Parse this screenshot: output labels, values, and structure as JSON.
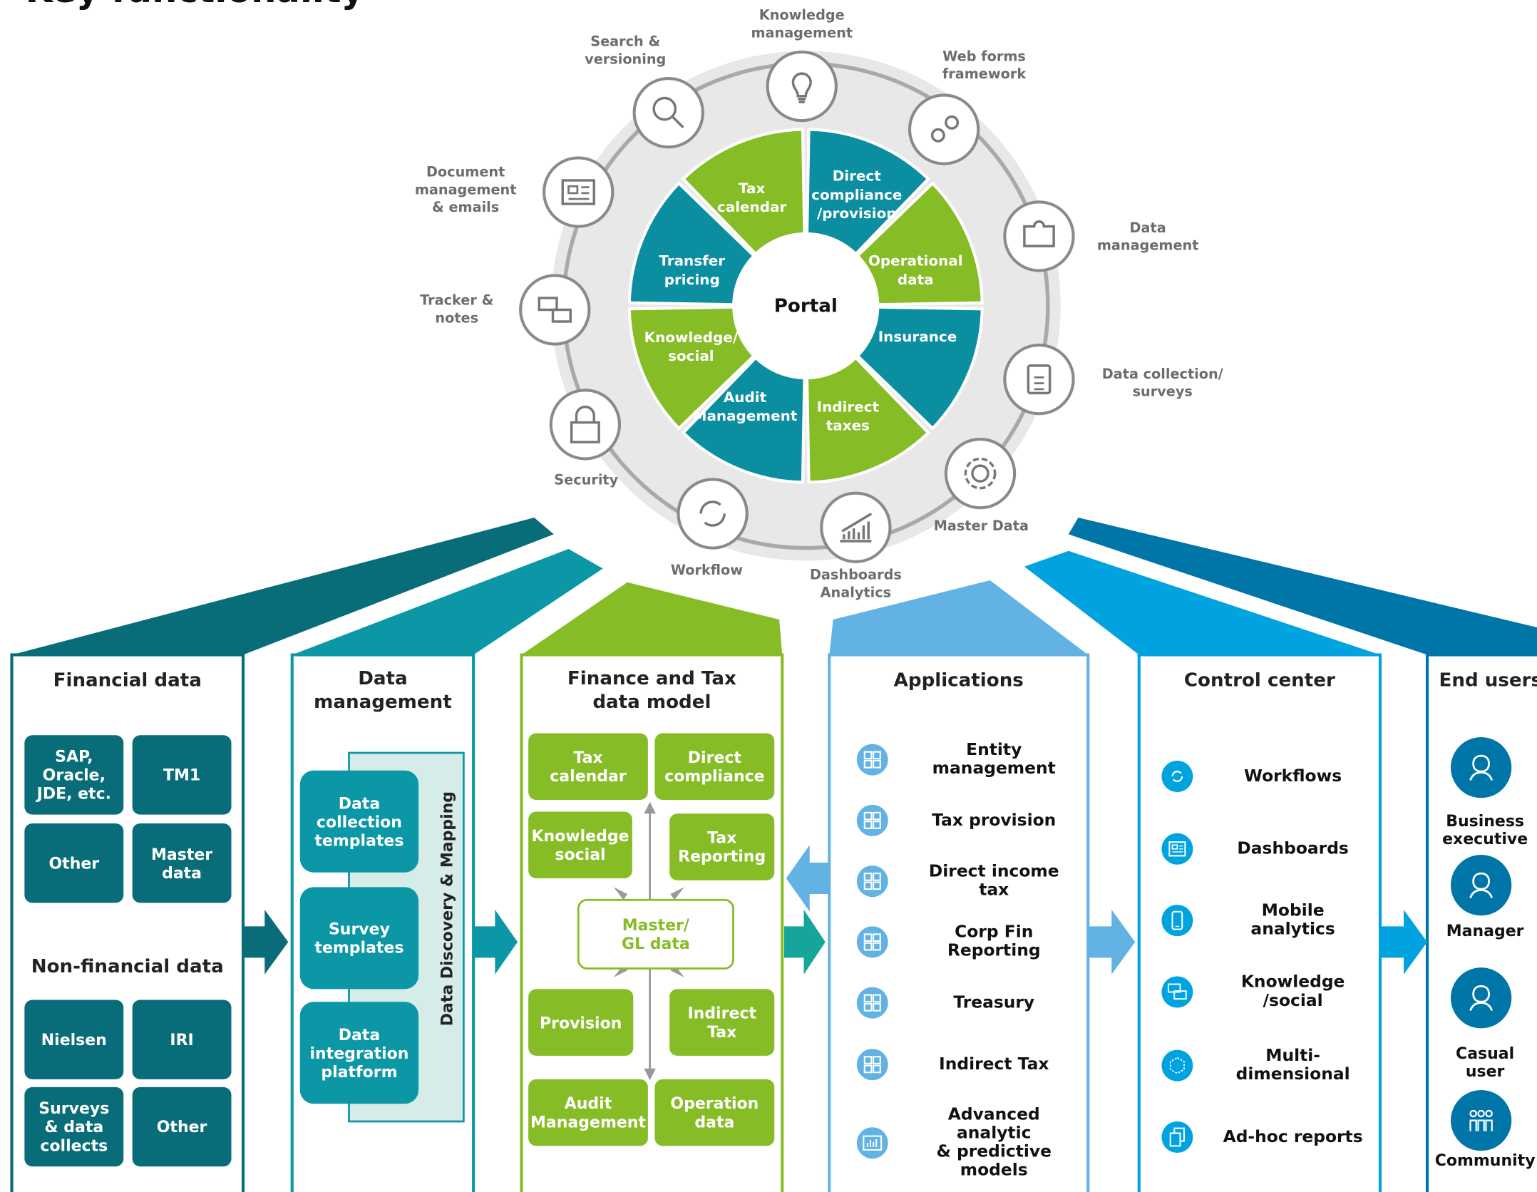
{
  "title": "Key functionality",
  "portal": {
    "center": "Portal",
    "segments": [
      {
        "label": "Tax\ncalendar",
        "color": "#86bc25"
      },
      {
        "label": "Direct\ncompliance\n/provision",
        "color": "#0b8fa0"
      },
      {
        "label": "Operational\ndata",
        "color": "#86bc25"
      },
      {
        "label": "Insurance",
        "color": "#0b8fa0"
      },
      {
        "label": "Indirect\ntaxes",
        "color": "#86bc25"
      },
      {
        "label": "Audit\nManagement",
        "color": "#0b8fa0"
      },
      {
        "label": "Knowledge/\nsocial",
        "color": "#86bc25"
      },
      {
        "label": "Transfer\npricing",
        "color": "#0b8fa0"
      }
    ],
    "ring": [
      {
        "label": "Knowledge\nmanagement",
        "icon": "lightbulb-icon"
      },
      {
        "label": "Web forms\nframework",
        "icon": "gears-icon"
      },
      {
        "label": "Data\nmanagement",
        "icon": "puzzle-icon"
      },
      {
        "label": "Data collection/\nsurveys",
        "icon": "clipboard-icon"
      },
      {
        "label": "Master Data",
        "icon": "gear-icon"
      },
      {
        "label": "Dashboards\nAnalytics",
        "icon": "bar-chart-icon"
      },
      {
        "label": "Workflow",
        "icon": "refresh-icon"
      },
      {
        "label": "Security",
        "icon": "lock-icon"
      },
      {
        "label": "Tracker &\nnotes",
        "icon": "chat-icon"
      },
      {
        "label": "Document\nmanagement\n& emails",
        "icon": "document-icon"
      },
      {
        "label": "Search &\nversioning",
        "icon": "search-icon"
      }
    ]
  },
  "financial": {
    "heading": "Financial data",
    "boxes": [
      "SAP,\nOracle,\nJDE, etc.",
      "TM1",
      "Other",
      "Master\ndata"
    ],
    "nonfin_heading": "Non-financial data",
    "nonfin_boxes": [
      "Nielsen",
      "IRI",
      "Surveys\n& data\ncollects",
      "Other"
    ]
  },
  "datamgmt": {
    "heading": "Data\nmanagement",
    "side_label": "Data Discovery & Mapping",
    "boxes": [
      "Data\ncollection\ntemplates",
      "Survey\ntemplates",
      "Data\nintegration\nplatform"
    ]
  },
  "model": {
    "heading": "Finance and Tax\ndata model",
    "boxes": [
      "Tax\ncalendar",
      "Direct\ncompliance",
      "Knowledge\nsocial",
      "Tax\nReporting",
      "Provision",
      "Indirect\nTax",
      "Audit\nManagement",
      "Operation\ndata"
    ],
    "center": "Master/\nGL data"
  },
  "applications": {
    "heading": "Applications",
    "items": [
      "Entity\nmanagement",
      "Tax provision",
      "Direct income\ntax",
      "Corp Fin\nReporting",
      "Treasury",
      "Indirect Tax",
      "Advanced\nanalytic\n& predictive\nmodels"
    ]
  },
  "control": {
    "heading": "Control center",
    "items": [
      {
        "label": "Workflows",
        "icon": "refresh-icon"
      },
      {
        "label": "Dashboards",
        "icon": "document-icon"
      },
      {
        "label": "Mobile\nanalytics",
        "icon": "mobile-icon"
      },
      {
        "label": "Knowledge\n/social",
        "icon": "chat-icon"
      },
      {
        "label": "Multi-\ndimensional",
        "icon": "cube-icon"
      },
      {
        "label": "Ad-hoc reports",
        "icon": "copy-icon"
      }
    ]
  },
  "endusers": {
    "heading": "End users",
    "items": [
      "Business\nexecutive",
      "Manager",
      "Casual\nuser",
      "Community"
    ]
  },
  "colors": {
    "teal_dark": "#086d78",
    "teal": "#0b97a6",
    "green": "#86bc25",
    "light_blue": "#62b3e4",
    "blue": "#00a3e0",
    "dark_blue": "#0076a8"
  }
}
